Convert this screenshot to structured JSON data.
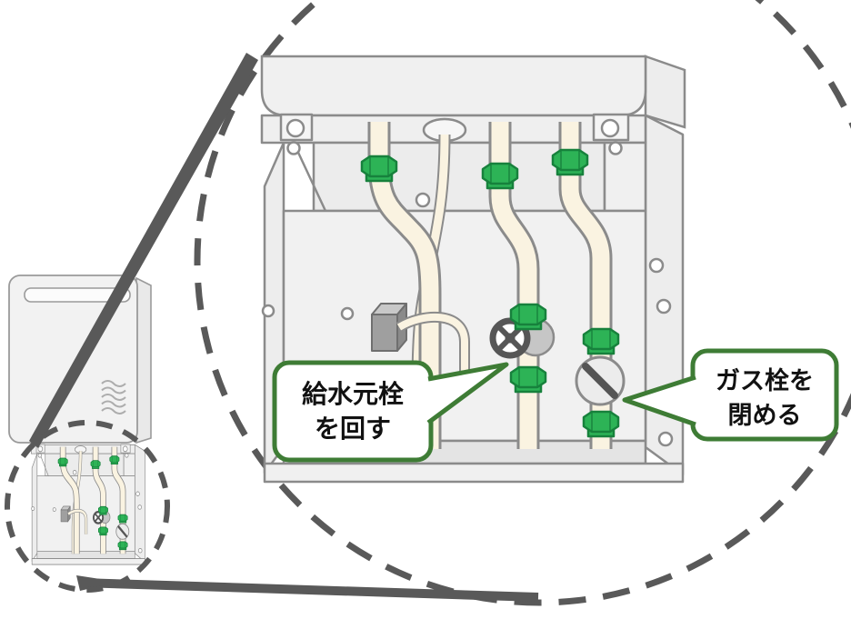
{
  "diagram": {
    "title": "water-heater shutoff instructional diagram",
    "callouts": {
      "water_valve": {
        "line1": "給水元栓",
        "line2": "を回す"
      },
      "gas_valve": {
        "line1": "ガス栓を",
        "line2": "閉める"
      }
    },
    "colors": {
      "callout_border_green": "#3e7c35",
      "fitting_green": "#2db356",
      "fitting_green_dark": "#17813c",
      "pipe_cream": "#faf3e1",
      "leader_line_gray": "#595959",
      "body_gray": "#f0f0f0",
      "outline_gray": "#8b8b8b",
      "valve_dark": "#565656"
    }
  }
}
